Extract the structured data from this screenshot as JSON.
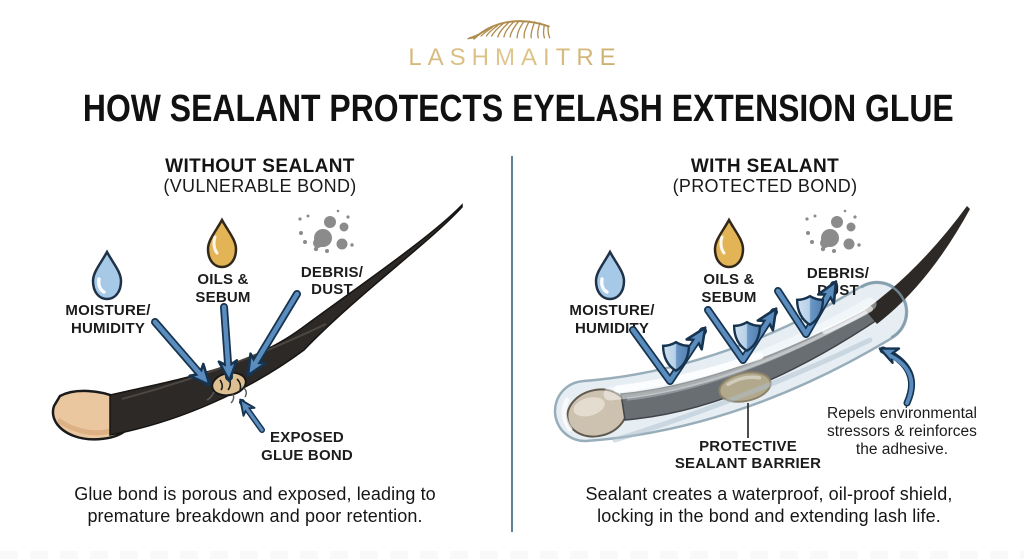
{
  "brand": {
    "name": "LASHMAITRE",
    "icon": "eyelash-icon"
  },
  "title": "HOW SEALANT PROTECTS EYELASH EXTENSION GLUE",
  "panels": {
    "left": {
      "heading": "WITHOUT SEALANT",
      "subheading": "(VULNERABLE BOND)",
      "stressors": {
        "moisture_line1": "MOISTURE/",
        "moisture_line2": "HUMIDITY",
        "oils_line1": "OILS &",
        "oils_line2": "SEBUM",
        "debris_line1": "DEBRIS/",
        "debris_line2": "DUST"
      },
      "callout": {
        "line1": "EXPOSED",
        "line2": "GLUE BOND"
      },
      "caption": {
        "line1": "Glue bond is porous and exposed, leading to",
        "line2": "premature breakdown and poor retention."
      }
    },
    "right": {
      "heading": "WITH SEALANT",
      "subheading": "(PROTECTED BOND)",
      "stressors": {
        "moisture_line1": "MOISTURE/",
        "moisture_line2": "HUMIDITY",
        "oils_line1": "OILS &",
        "oils_line2": "SEBUM",
        "debris_line1": "DEBRIS/",
        "debris_line2": "DUST"
      },
      "callout": {
        "line1": "PROTECTIVE",
        "line2": "SEALANT BARRIER"
      },
      "note": {
        "line1": "Repels environmental",
        "line2": "stressors & reinforces",
        "line3": "the adhesive."
      },
      "caption": {
        "line1": "Sealant creates a waterproof, oil-proof shield,",
        "line2": "locking in the bond and extending lash life."
      }
    }
  },
  "colors": {
    "brand_gold": "#b2904f",
    "arrow_blue": "#5b8cbe",
    "arrow_outline_navy": "#16334f",
    "water_blue": "#a5c9e6",
    "oil_gold": "#e3b456",
    "dust_gray": "#8b8b8b",
    "lash_black": "#2c2926",
    "natural_lash_tan": "#eac79f",
    "glue_tan": "#debf92",
    "sealant_glass": "#e6eef4",
    "divider_blue": "#5d8196"
  }
}
